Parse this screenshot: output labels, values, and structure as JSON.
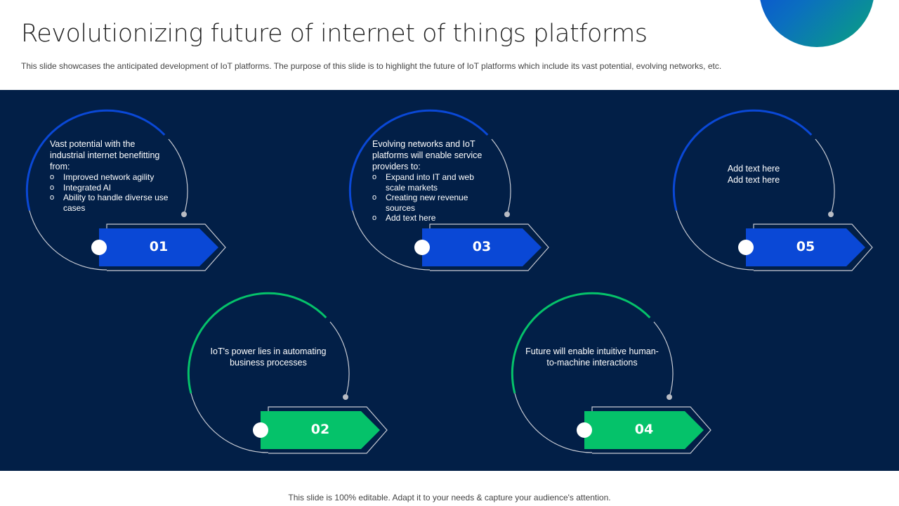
{
  "header": {
    "title": "Revolutionizing future of internet of things platforms",
    "subtitle": "This slide showcases the anticipated development of IoT platforms. The purpose of this slide is to highlight the future of IoT platforms which include its vast potential, evolving networks, etc."
  },
  "colors": {
    "background_band": "#021f47",
    "blue_accent": "#0a48d6",
    "green_accent": "#05c26a",
    "thin_line": "#c8cbd4",
    "dot_gray": "#b9bcc4"
  },
  "cards": [
    {
      "number": "01",
      "accent": "blue",
      "intro": "Vast potential with the industrial internet benefitting from:",
      "bullets": [
        "Improved network agility",
        "Integrated AI",
        "Ability to handle diverse use cases"
      ]
    },
    {
      "number": "02",
      "accent": "green",
      "text": "IoT's power lies in automating business processes"
    },
    {
      "number": "03",
      "accent": "blue",
      "intro": "Evolving networks and IoT platforms will enable service providers to:",
      "bullets": [
        "Expand into IT and web scale markets",
        "Creating new revenue sources",
        "Add text here"
      ]
    },
    {
      "number": "04",
      "accent": "green",
      "text": "Future will enable intuitive human-to-machine interactions"
    },
    {
      "number": "05",
      "accent": "blue",
      "lines": [
        "Add text here",
        "Add text here"
      ]
    }
  ],
  "footer": {
    "text": "This slide is 100% editable. Adapt it to your needs & capture your audience's attention."
  }
}
